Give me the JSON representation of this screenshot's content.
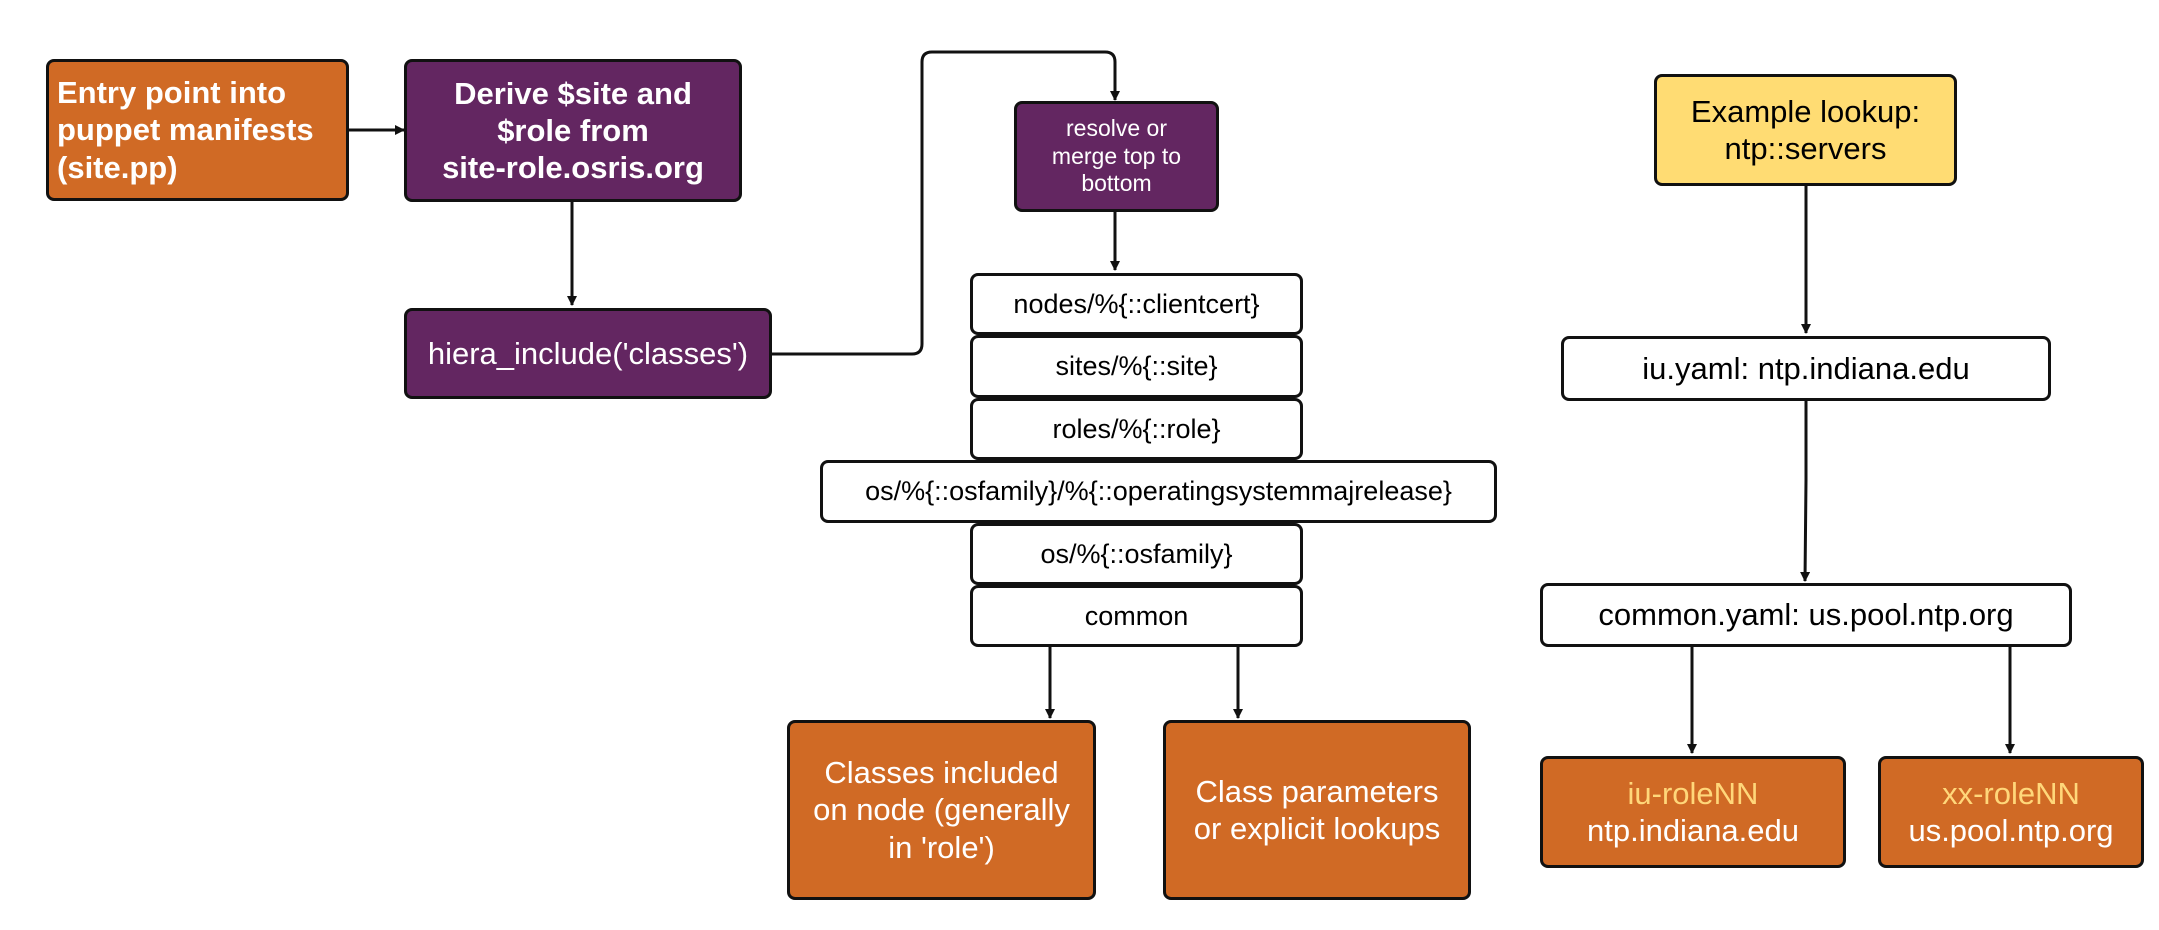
{
  "colors": {
    "orange": "#d06a25",
    "purple": "#632661",
    "yellow": "#ffdc73",
    "role_accent": "#ffd77a",
    "stroke": "#111111"
  },
  "flow": {
    "entry": [
      "Entry point into",
      "puppet manifests",
      "(site.pp)"
    ],
    "derive": [
      "Derive $site and",
      "$role from",
      "site-role.osris.org"
    ],
    "hiera": "hiera_include('classes')",
    "resolve": [
      "resolve or",
      "merge top to",
      "bottom"
    ]
  },
  "hierarchy": [
    "nodes/%{::clientcert}",
    "sites/%{::site}",
    "roles/%{::role}",
    "os/%{::osfamily}/%{::operatingsystemmajrelease}",
    "os/%{::osfamily}",
    "common"
  ],
  "outputs": {
    "classes": [
      "Classes included",
      "on node (generally",
      "in 'role')"
    ],
    "params": [
      "Class parameters",
      "or explicit lookups"
    ]
  },
  "example": {
    "title": [
      "Example lookup:",
      "ntp::servers"
    ],
    "iu_yaml": "iu.yaml: ntp.indiana.edu",
    "common_yaml": "common.yaml: us.pool.ntp.org",
    "iu_role": {
      "name": "iu-roleNN",
      "value": "ntp.indiana.edu"
    },
    "xx_role": {
      "name": "xx-roleNN",
      "value": "us.pool.ntp.org"
    }
  }
}
